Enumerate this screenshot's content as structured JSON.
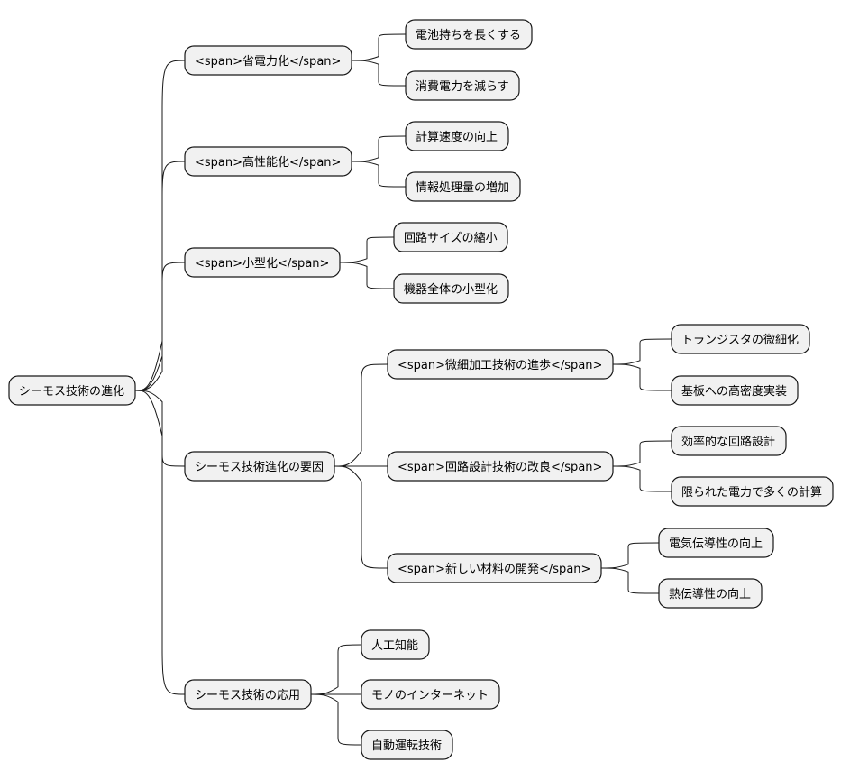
{
  "mindmap": {
    "root": {
      "id": "root",
      "label": "シーモス技術の進化",
      "children": [
        {
          "id": "n1",
          "label": "<span>省電力化</span>",
          "children": [
            {
              "id": "n1a",
              "label": "電池持ちを長くする"
            },
            {
              "id": "n1b",
              "label": "消費電力を減らす"
            }
          ]
        },
        {
          "id": "n2",
          "label": "<span>高性能化</span>",
          "children": [
            {
              "id": "n2a",
              "label": "計算速度の向上"
            },
            {
              "id": "n2b",
              "label": "情報処理量の増加"
            }
          ]
        },
        {
          "id": "n3",
          "label": "<span>小型化</span>",
          "children": [
            {
              "id": "n3a",
              "label": "回路サイズの縮小"
            },
            {
              "id": "n3b",
              "label": "機器全体の小型化"
            }
          ]
        },
        {
          "id": "n4",
          "label": "シーモス技術進化の要因",
          "children": [
            {
              "id": "n4a",
              "label": "<span>微細加工技術の進歩</span>",
              "children": [
                {
                  "id": "n4a1",
                  "label": "トランジスタの微細化"
                },
                {
                  "id": "n4a2",
                  "label": "基板への高密度実装"
                }
              ]
            },
            {
              "id": "n4b",
              "label": "<span>回路設計技術の改良</span>",
              "children": [
                {
                  "id": "n4b1",
                  "label": "効率的な回路設計"
                },
                {
                  "id": "n4b2",
                  "label": "限られた電力で多くの計算"
                }
              ]
            },
            {
              "id": "n4c",
              "label": "<span>新しい材料の開発</span>",
              "children": [
                {
                  "id": "n4c1",
                  "label": "電気伝導性の向上"
                },
                {
                  "id": "n4c2",
                  "label": "熱伝導性の向上"
                }
              ]
            }
          ]
        },
        {
          "id": "n5",
          "label": "シーモス技術の応用",
          "children": [
            {
              "id": "n5a",
              "label": "人工知能"
            },
            {
              "id": "n5b",
              "label": "モノのインターネット"
            },
            {
              "id": "n5c",
              "label": "自動運転技術"
            }
          ]
        }
      ]
    }
  }
}
